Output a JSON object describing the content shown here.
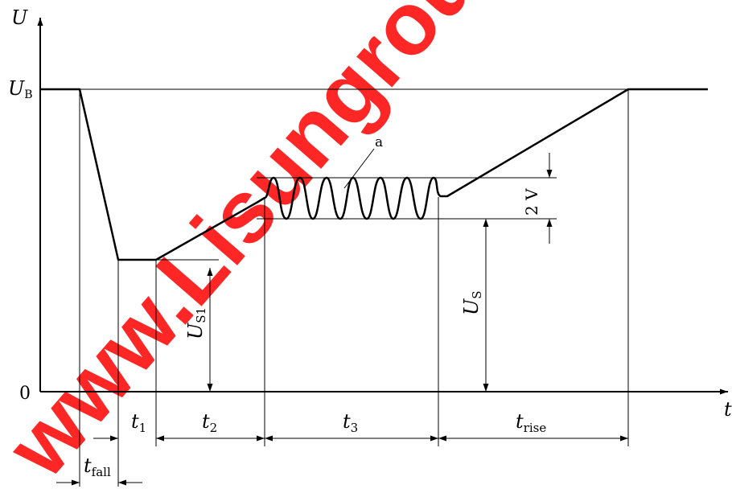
{
  "watermark": {
    "text": "www.Lisungroup.com",
    "color": "#ff0000"
  },
  "axes": {
    "y_label": "U",
    "x_label": "t",
    "origin_label": "0"
  },
  "levels": {
    "ub_main": "U",
    "ub_sub": "B",
    "us1_main": "U",
    "us1_sub": "S1",
    "us_main": "U",
    "us_sub": "S",
    "ripple_label": "2 V",
    "annotation": "a"
  },
  "intervals": {
    "t_fall_main": "t",
    "t_fall_sub": "fall",
    "t1_main": "t",
    "t1_sub": "1",
    "t2_main": "t",
    "t2_sub": "2",
    "t3_main": "t",
    "t3_sub": "3",
    "t_rise_main": "t",
    "t_rise_sub": "rise"
  },
  "colors": {
    "line": "#000000",
    "watermark": "#ff0000"
  }
}
